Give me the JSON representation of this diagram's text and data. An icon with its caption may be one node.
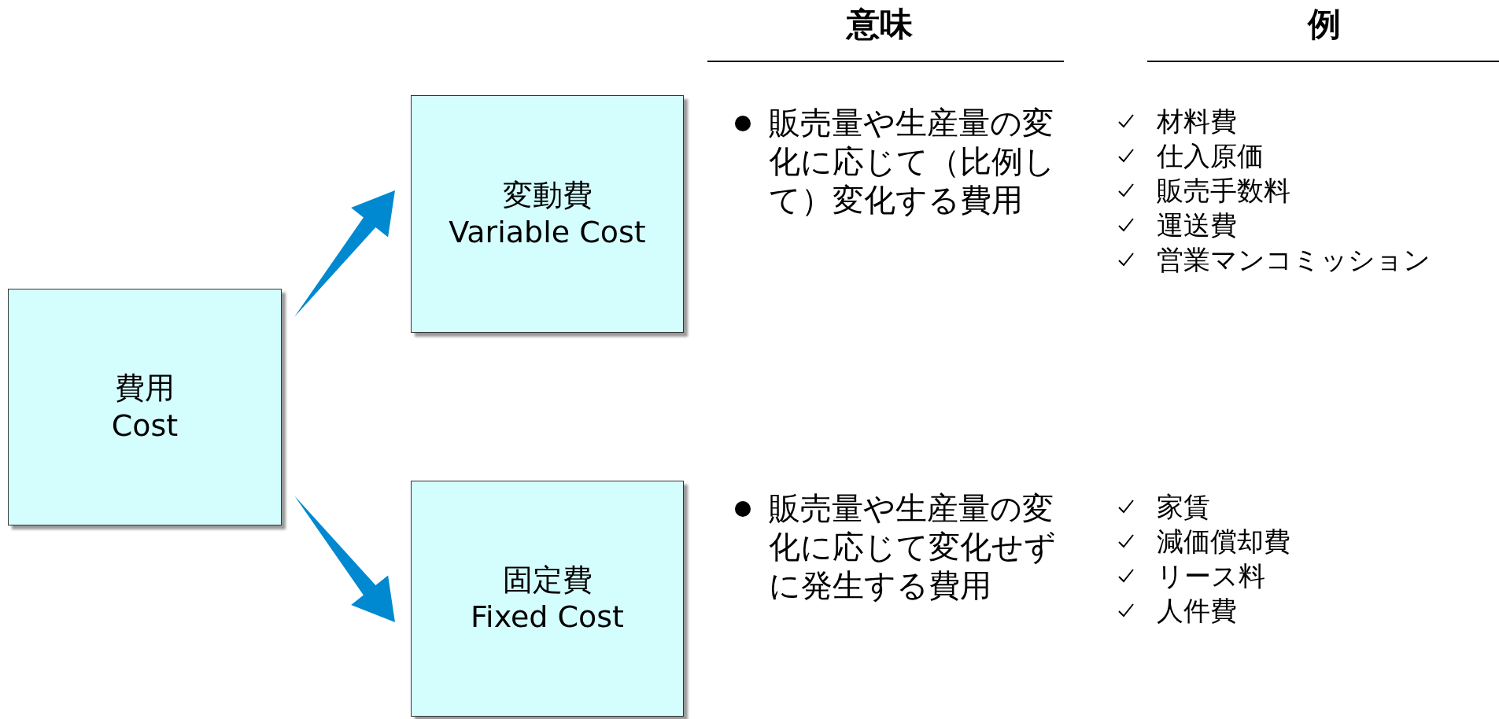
{
  "diagram": {
    "nodes": [
      {
        "text": [
          "費用",
          "Cost"
        ]
      },
      {
        "text": [
          "変動費",
          "Variable Cost"
        ]
      },
      {
        "text": [
          "固定費",
          "Fixed Cost"
        ]
      }
    ],
    "edges": [
      {
        "from": 0,
        "to": 1,
        "arrow": "to",
        "style": "thick"
      },
      {
        "from": 0,
        "to": 2,
        "arrow": "to",
        "style": "thick"
      }
    ],
    "labels": [
      "意味",
      "例",
      "販売量や生産量の変化に応じて（比例して）変化する費用",
      "材料費",
      "仕入原価",
      "販売手数料",
      "運送費",
      "営業マンコミッション",
      "販売量や生産量の変化に応じて変化せずに発生する費用",
      "家賃",
      "減価償却費",
      "リース料",
      "人件費"
    ]
  }
}
